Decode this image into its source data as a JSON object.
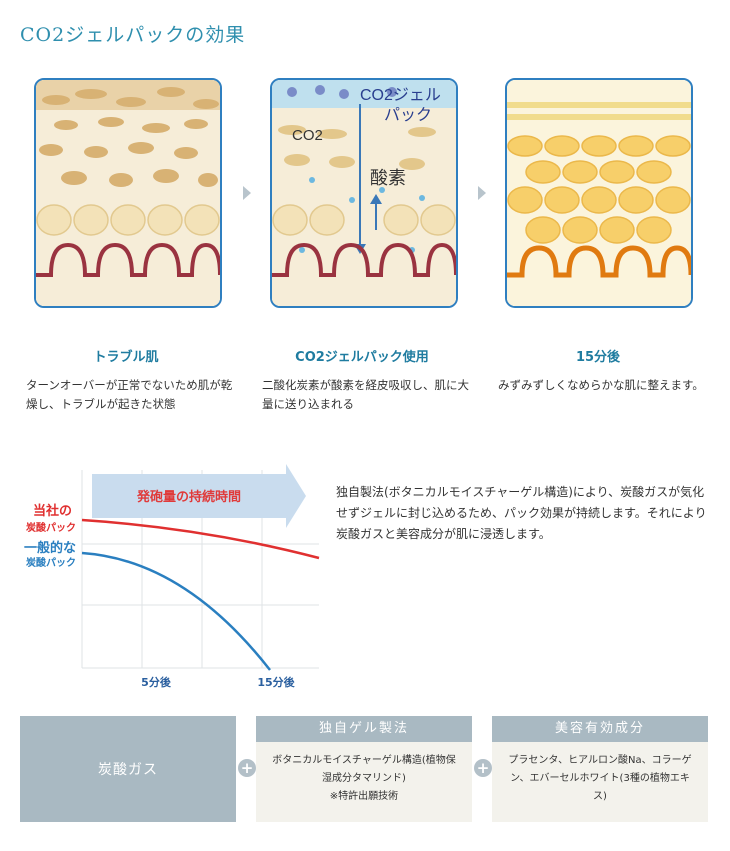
{
  "title": "CO2ジェルパックの効果",
  "panels": [
    {
      "title": "トラブル肌",
      "desc": "ターンオーバーが正常でないため肌が乾燥し、トラブルが起きた状態"
    },
    {
      "title": "CO2ジェルパック使用",
      "desc": "二酸化炭素が酸素を経皮吸収し、肌に大量に送り込まれる",
      "labels": {
        "co2": "CO2",
        "gel": "CO2ジェル",
        "pack": "パック",
        "oxygen": "酸素"
      }
    },
    {
      "title": "15分後",
      "desc": "みずみずしくなめらかな肌に整えます。"
    }
  ],
  "chart_data": {
    "type": "line",
    "banner": "発砲量の持続時間",
    "series": [
      {
        "name_line1": "当社の",
        "name_line2": "炭酸パック",
        "color": "#e03030"
      },
      {
        "name_line1": "一般的な",
        "name_line2": "炭酸パック",
        "color": "#2a7fc0"
      }
    ],
    "x_ticks": [
      "5分後",
      "15分後"
    ]
  },
  "paragraph": "独自製法(ボタニカルモイスチャーゲル構造)により、炭酸ガスが気化せずジェルに封じ込めるため、パック効果が持続します。それにより炭酸ガスと美容成分が肌に浸透します。",
  "boxes": {
    "gas": "炭酸ガス",
    "gel": {
      "head": "独自ゲル製法",
      "body": "ボタニカルモイスチャーゲル構造(植物保湿成分タマリンド)",
      "note": "※特許出願技術"
    },
    "beauty": {
      "head": "美容有効成分",
      "body": "プラセンタ、ヒアルロン酸Na、コラーゲン、エバーセルホワイト(3種の植物エキス)"
    }
  },
  "plus": "+"
}
